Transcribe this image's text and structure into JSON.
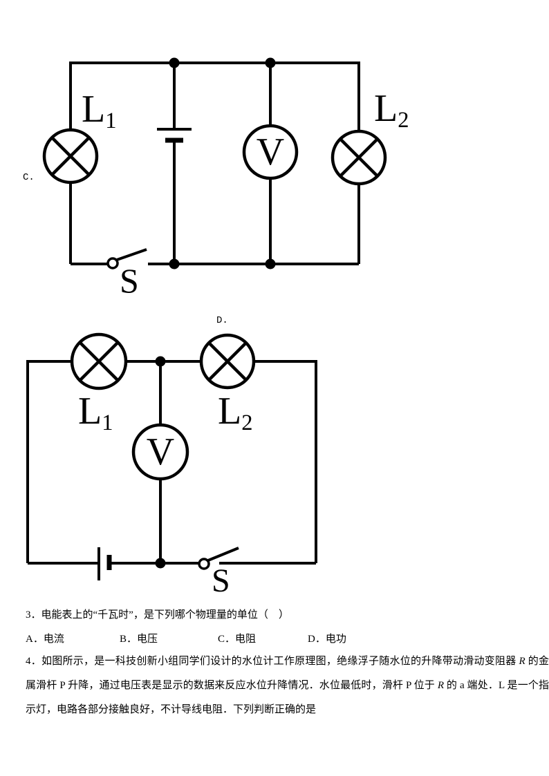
{
  "colors": {
    "ink": "#000000",
    "paper": "#ffffff"
  },
  "circuit_c": {
    "label": "C.",
    "lamp_left": {
      "letter": "L",
      "sub": "1"
    },
    "lamp_right": {
      "letter": "L",
      "sub": "2"
    },
    "meter": "V",
    "switch": "S"
  },
  "circuit_d": {
    "label": "D.",
    "lamp_left": {
      "letter": "L",
      "sub": "1"
    },
    "lamp_right": {
      "letter": "L",
      "sub": "2"
    },
    "meter": "V",
    "switch": "S"
  },
  "question3": {
    "text": "3．电能表上的“千瓦时”，是下列哪个物理量的单位（　）",
    "options": [
      {
        "label": "A．电流"
      },
      {
        "label": "B．电压"
      },
      {
        "label": "C．电阻"
      },
      {
        "label": "D．电功"
      }
    ]
  },
  "question4": {
    "segments": [
      {
        "t": "4．如图所示，是一科技创新小组同学们设计的水位计工作原理图，绝缘浮子随水位的升降带动滑动变阻器 "
      },
      {
        "t": "R",
        "i": true
      },
      {
        "t": " 的金属滑杆 P 升降，通过电压表是显示的数据来反应水位升降情况．水位最低时，滑杆 P 位于 "
      },
      {
        "t": "R",
        "i": true
      },
      {
        "t": " 的 a 端处．L 是一个指示灯，电路各部分接触良好，不计导线电阻．下列判断正确的是"
      }
    ]
  }
}
